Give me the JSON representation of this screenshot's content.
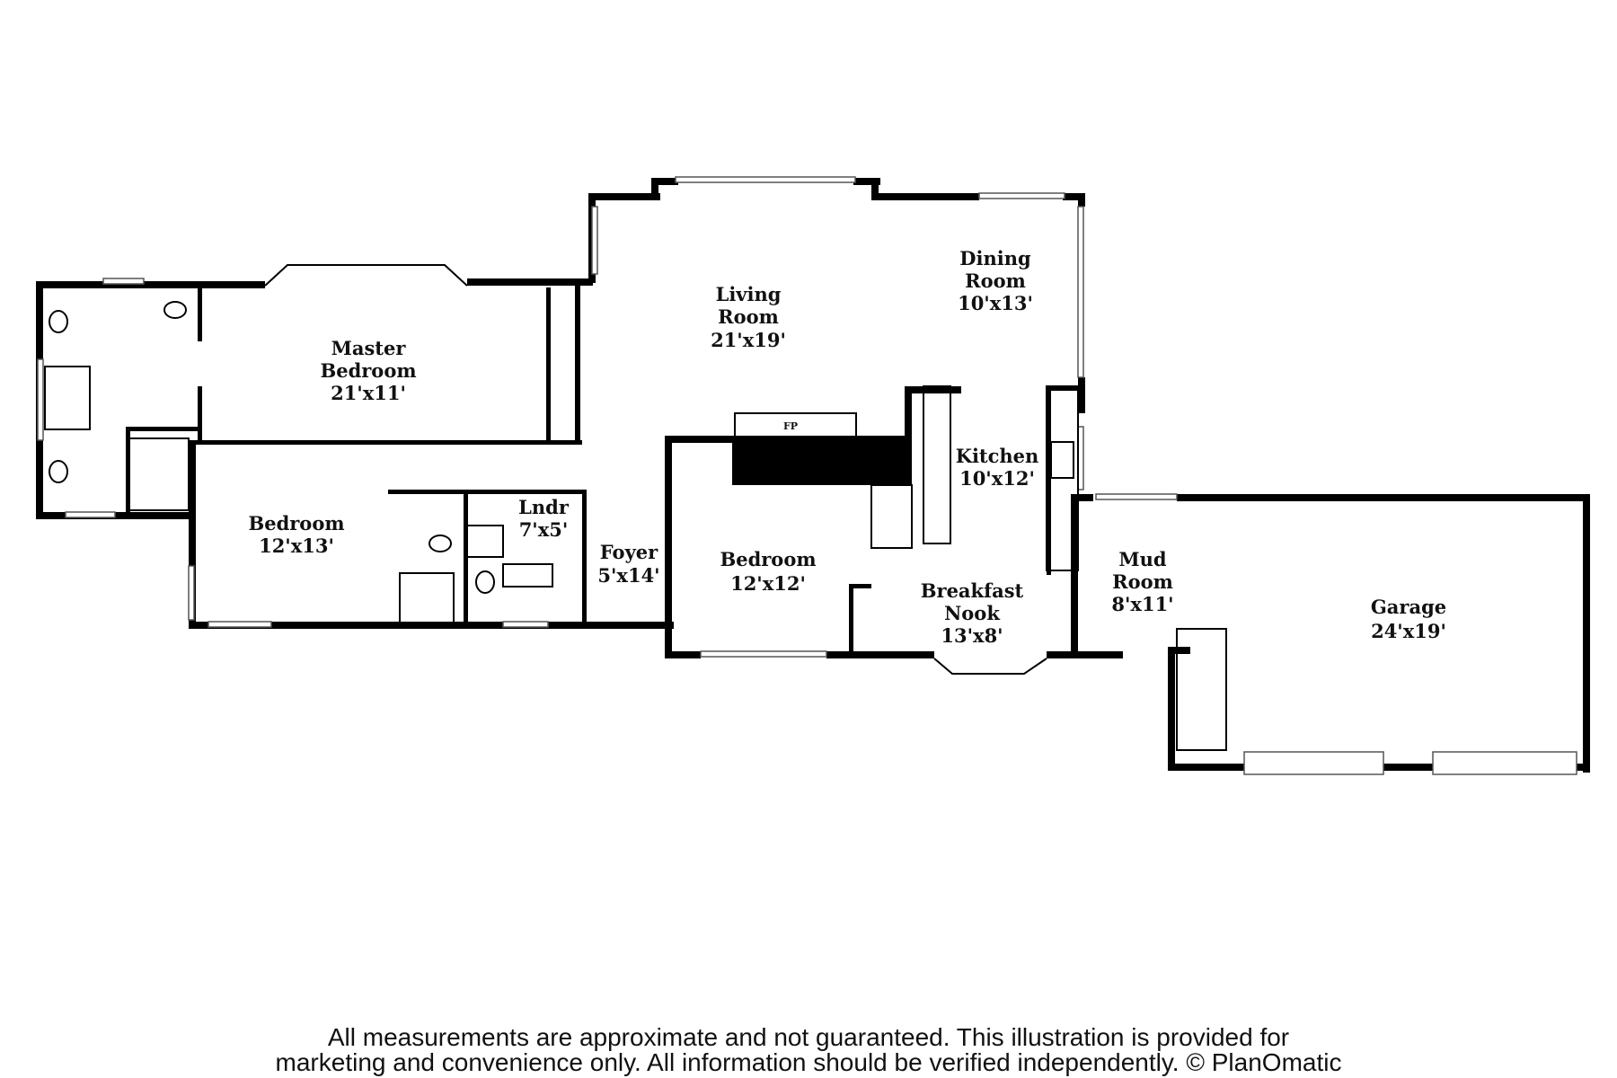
{
  "rooms": {
    "master_bedroom": {
      "name1": "Master",
      "name2": "Bedroom",
      "size": "21'x11'"
    },
    "bedroom_left": {
      "name": "Bedroom",
      "size": "12'x13'"
    },
    "laundry": {
      "name": "Lndr",
      "size": "7'x5'"
    },
    "foyer": {
      "name": "Foyer",
      "size": "5'x14'"
    },
    "living_room": {
      "name1": "Living",
      "name2": "Room",
      "size": "21'x19'"
    },
    "dining_room": {
      "name1": "Dining",
      "name2": "Room",
      "size": "10'x13'"
    },
    "kitchen": {
      "name": "Kitchen",
      "size": "10'x12'"
    },
    "bedroom_center": {
      "name": "Bedroom",
      "size": "12'x12'"
    },
    "breakfast_nook": {
      "name1": "Breakfast",
      "name2": "Nook",
      "size": "13'x8'"
    },
    "mud_room": {
      "name1": "Mud",
      "name2": "Room",
      "size": "8'x11'"
    },
    "garage": {
      "name": "Garage",
      "size": "24'x19'"
    }
  },
  "fireplace_label": "FP",
  "disclaimer": {
    "line1": "All measurements are approximate and not guaranteed. This illustration is provided for",
    "line2": "marketing and convenience only. All information should be verified independently. © PlanOmatic"
  }
}
